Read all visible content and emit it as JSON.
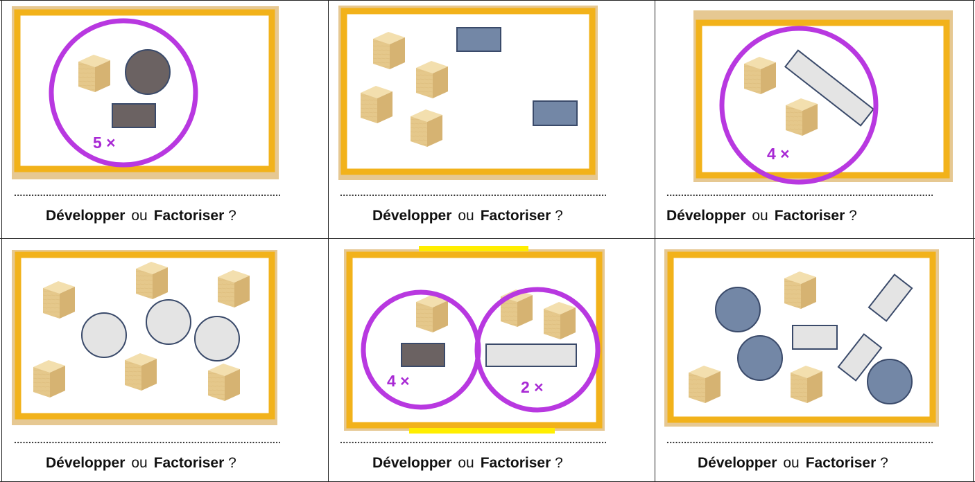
{
  "question": {
    "develop": "Développer",
    "or": "ou",
    "factor": "Factorise r",
    "factor_text": "Factoriser",
    "qmark": "?",
    "dots": "......................................................................................................."
  },
  "cards": [
    {
      "id": 1,
      "multipliers": [
        "5 ×"
      ]
    },
    {
      "id": 2,
      "multipliers": []
    },
    {
      "id": 3,
      "multipliers": [
        "4 ×"
      ]
    },
    {
      "id": 4,
      "multipliers": []
    },
    {
      "id": 5,
      "multipliers": [
        "4 ×",
        "2 ×"
      ]
    },
    {
      "id": 6,
      "multipliers": []
    }
  ],
  "colors": {
    "frame": "#f2b21a",
    "wood": "#e8cc8e",
    "circle": "#b838e0",
    "dark_shape": "#6b6262",
    "blue_shape": "#7387a6",
    "light_shape": "#e4e4e4",
    "label": "#a829d4",
    "highlight": "#ffee00"
  }
}
